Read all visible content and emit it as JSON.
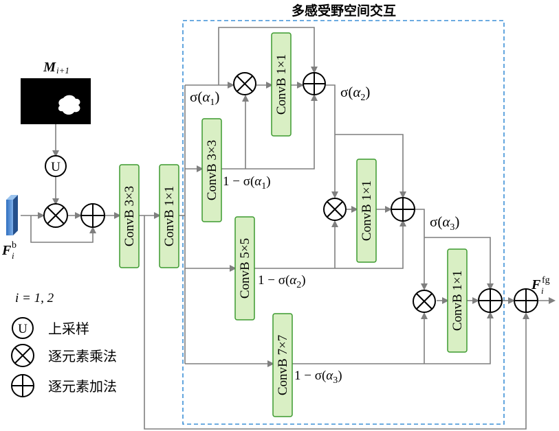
{
  "title": "多感受野空间交互",
  "inputs": {
    "mask": {
      "base": "M",
      "sub": "i+1"
    },
    "feature": {
      "base": "F",
      "sup": "b",
      "sub": "i"
    }
  },
  "output": {
    "base": "F",
    "sup": "fg",
    "sub": "i"
  },
  "blocks": {
    "conv3x3_main": "ConvB 3×3",
    "conv1x1_main": "ConvB 1×1",
    "conv3x3_branch": "ConvB 3×3",
    "conv5x5_branch": "ConvB 5×5",
    "conv7x7_branch": "ConvB 7×7",
    "conv1x1_a": "ConvB 1×1",
    "conv1x1_b": "ConvB 1×1",
    "conv1x1_c": "ConvB 1×1"
  },
  "weights": {
    "sigma": "σ",
    "alpha": "α",
    "one_minus": "1 − σ",
    "indices": [
      "1",
      "2",
      "3"
    ]
  },
  "upsample_symbol": "U",
  "index_note": "i = 1, 2",
  "legend": [
    {
      "icon": "upsample-icon",
      "label": "上采样"
    },
    {
      "icon": "multiply-icon",
      "label": "逐元素乘法"
    },
    {
      "icon": "add-icon",
      "label": "逐元素加法"
    }
  ],
  "colors": {
    "block_fill": "#d9efc4",
    "block_border": "#3c9a2e",
    "dashed_box": "#3c8fd6",
    "lines": "#7f7f7f",
    "feature_block": "#4a86d4"
  }
}
